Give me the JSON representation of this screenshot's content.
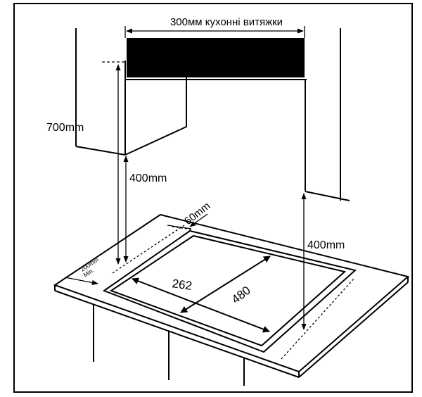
{
  "labels": {
    "hood_width": "300мм кухонні витяжки",
    "height_700": "700mm",
    "height_400_left": "400mm",
    "height_400_right": "400mm",
    "depth_60": "60mm",
    "side_200_top": "200mm",
    "side_200_bottom": "Min.",
    "cutout_width": "262",
    "cutout_depth": "480"
  },
  "colors": {
    "line": "#000000",
    "background": "#ffffff",
    "hood_panel": "#000000"
  }
}
